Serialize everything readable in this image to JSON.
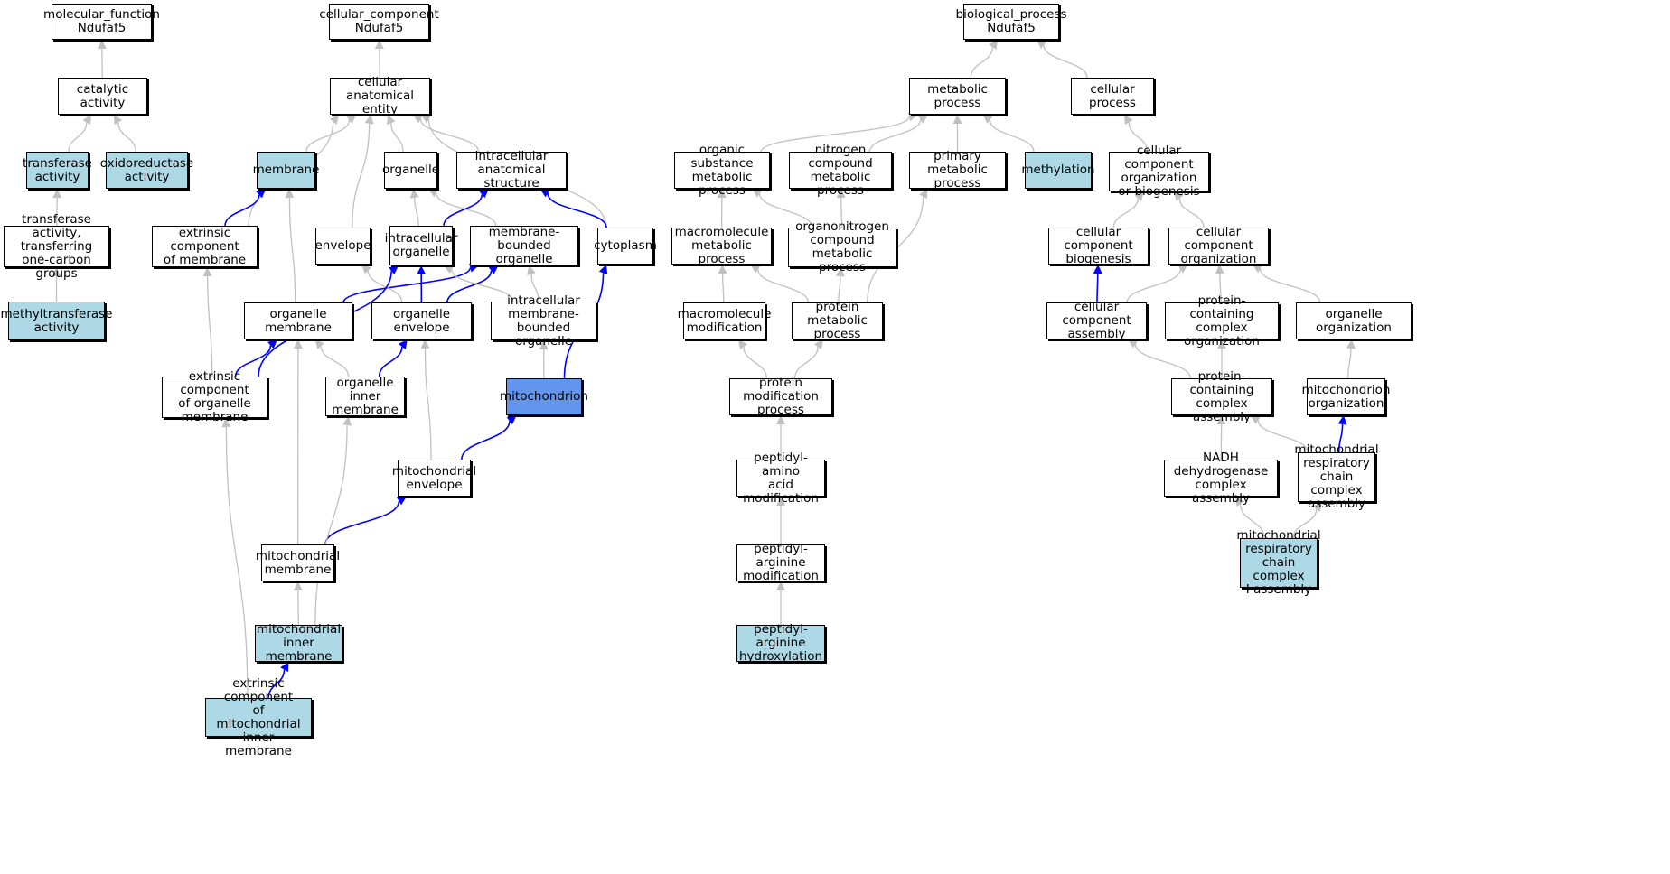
{
  "colors": {
    "node_fill": "#ffffff",
    "highlight_fill": "#add8e6",
    "focus_fill": "#6495ed",
    "edge_gray": "#c0c0c0",
    "edge_blue": "#0000ff"
  },
  "nodes": {
    "mf": {
      "label": "molecular_function\nNdufaf5",
      "style": "plain"
    },
    "catalytic": {
      "label": "catalytic activity",
      "style": "plain"
    },
    "transferase": {
      "label": "transferase\nactivity",
      "style": "highlight"
    },
    "oxidoreductase": {
      "label": "oxidoreductase\nactivity",
      "style": "highlight"
    },
    "transfer_onecarbon": {
      "label": "transferase\nactivity, transferring\none-carbon groups",
      "style": "plain"
    },
    "methyltransferase": {
      "label": "methyltransferase\nactivity",
      "style": "highlight"
    },
    "cc": {
      "label": "cellular_component\nNdufaf5",
      "style": "plain"
    },
    "cae": {
      "label": "cellular anatomical\nentity",
      "style": "plain"
    },
    "membrane": {
      "label": "membrane",
      "style": "highlight"
    },
    "organelle": {
      "label": "organelle",
      "style": "plain"
    },
    "ias": {
      "label": "intracellular\nanatomical structure",
      "style": "plain"
    },
    "ecm": {
      "label": "extrinsic component\nof membrane",
      "style": "plain"
    },
    "envelope": {
      "label": "envelope",
      "style": "plain"
    },
    "intra_org": {
      "label": "intracellular\norganelle",
      "style": "plain"
    },
    "mbo": {
      "label": "membrane-bounded\norganelle",
      "style": "plain"
    },
    "cytoplasm": {
      "label": "cytoplasm",
      "style": "plain"
    },
    "org_membrane": {
      "label": "organelle membrane",
      "style": "plain"
    },
    "org_envelope": {
      "label": "organelle envelope",
      "style": "plain"
    },
    "imbo": {
      "label": "intracellular\nmembrane-bounded\norganelle",
      "style": "plain"
    },
    "ecom": {
      "label": "extrinsic component\nof organelle\nmembrane",
      "style": "plain"
    },
    "oim": {
      "label": "organelle inner\nmembrane",
      "style": "plain"
    },
    "mitochondrion": {
      "label": "mitochondrion",
      "style": "focus"
    },
    "mito_env": {
      "label": "mitochondrial\nenvelope",
      "style": "plain"
    },
    "mito_mem": {
      "label": "mitochondrial\nmembrane",
      "style": "plain"
    },
    "mim": {
      "label": "mitochondrial\ninner membrane",
      "style": "highlight"
    },
    "ecmim": {
      "label": "extrinsic component\nof mitochondrial\ninner membrane",
      "style": "highlight"
    },
    "bp": {
      "label": "biological_process\nNdufaf5",
      "style": "plain"
    },
    "metabolic": {
      "label": "metabolic process",
      "style": "plain"
    },
    "cellular_proc": {
      "label": "cellular process",
      "style": "plain"
    },
    "osmp": {
      "label": "organic substance\nmetabolic process",
      "style": "plain"
    },
    "ncmp": {
      "label": "nitrogen compound\nmetabolic process",
      "style": "plain"
    },
    "pmp": {
      "label": "primary metabolic\nprocess",
      "style": "plain"
    },
    "methylation": {
      "label": "methylation",
      "style": "highlight"
    },
    "ccob": {
      "label": "cellular component\norganization\nor biogenesis",
      "style": "plain"
    },
    "macro_mp": {
      "label": "macromolecule\nmetabolic process",
      "style": "plain"
    },
    "ocmp": {
      "label": "organonitrogen\ncompound metabolic\nprocess",
      "style": "plain"
    },
    "ccb": {
      "label": "cellular component\nbiogenesis",
      "style": "plain"
    },
    "cco": {
      "label": "cellular component\norganization",
      "style": "plain"
    },
    "macro_mod": {
      "label": "macromolecule\nmodification",
      "style": "plain"
    },
    "prot_mp": {
      "label": "protein metabolic\nprocess",
      "style": "plain"
    },
    "cca": {
      "label": "cellular component\nassembly",
      "style": "plain"
    },
    "pco": {
      "label": "protein-containing\ncomplex organization",
      "style": "plain"
    },
    "org_org": {
      "label": "organelle organization",
      "style": "plain"
    },
    "pmod": {
      "label": "protein modification\nprocess",
      "style": "plain"
    },
    "pca": {
      "label": "protein-containing\ncomplex assembly",
      "style": "plain"
    },
    "mito_org": {
      "label": "mitochondrion\norganization",
      "style": "plain"
    },
    "pam": {
      "label": "peptidyl-amino\nacid modification",
      "style": "plain"
    },
    "nadh": {
      "label": "NADH dehydrogenase\ncomplex assembly",
      "style": "plain"
    },
    "mrcca": {
      "label": "mitochondrial\nrespiratory\nchain complex\nassembly",
      "style": "plain"
    },
    "parg_mod": {
      "label": "peptidyl-arginine\nmodification",
      "style": "plain"
    },
    "mrcc1": {
      "label": "mitochondrial\nrespiratory\nchain complex\nI assembly",
      "style": "highlight"
    },
    "parg_hyd": {
      "label": "peptidyl-arginine\nhydroxylation",
      "style": "highlight"
    }
  },
  "edges": [
    {
      "from": "catalytic",
      "to": "mf",
      "color": "gray"
    },
    {
      "from": "transferase",
      "to": "catalytic",
      "color": "gray"
    },
    {
      "from": "oxidoreductase",
      "to": "catalytic",
      "color": "gray"
    },
    {
      "from": "transfer_onecarbon",
      "to": "transferase",
      "color": "gray"
    },
    {
      "from": "methyltransferase",
      "to": "transfer_onecarbon",
      "color": "gray"
    },
    {
      "from": "cae",
      "to": "cc",
      "color": "gray"
    },
    {
      "from": "membrane",
      "to": "cae",
      "color": "gray"
    },
    {
      "from": "organelle",
      "to": "cae",
      "color": "gray"
    },
    {
      "from": "ias",
      "to": "cae",
      "color": "gray"
    },
    {
      "from": "ecm",
      "to": "cae",
      "color": "gray"
    },
    {
      "from": "envelope",
      "to": "cae",
      "color": "gray"
    },
    {
      "from": "cytoplasm",
      "to": "cae",
      "color": "gray"
    },
    {
      "from": "ecm",
      "to": "membrane",
      "color": "blue"
    },
    {
      "from": "intra_org",
      "to": "organelle",
      "color": "gray"
    },
    {
      "from": "intra_org",
      "to": "ias",
      "color": "blue"
    },
    {
      "from": "cytoplasm",
      "to": "ias",
      "color": "blue"
    },
    {
      "from": "mbo",
      "to": "organelle",
      "color": "gray"
    },
    {
      "from": "org_membrane",
      "to": "membrane",
      "color": "gray"
    },
    {
      "from": "org_membrane",
      "to": "mbo",
      "color": "blue"
    },
    {
      "from": "org_envelope",
      "to": "intra_org",
      "color": "blue"
    },
    {
      "from": "org_envelope",
      "to": "mbo",
      "color": "blue"
    },
    {
      "from": "org_envelope",
      "to": "envelope",
      "color": "gray"
    },
    {
      "from": "imbo",
      "to": "intra_org",
      "color": "gray"
    },
    {
      "from": "imbo",
      "to": "mbo",
      "color": "gray"
    },
    {
      "from": "ecom",
      "to": "ecm",
      "color": "gray"
    },
    {
      "from": "ecom",
      "to": "org_membrane",
      "color": "blue"
    },
    {
      "from": "ecom",
      "to": "intra_org",
      "color": "blue"
    },
    {
      "from": "oim",
      "to": "org_membrane",
      "color": "gray"
    },
    {
      "from": "oim",
      "to": "org_envelope",
      "color": "blue"
    },
    {
      "from": "mitochondrion",
      "to": "imbo",
      "color": "gray"
    },
    {
      "from": "mitochondrion",
      "to": "cytoplasm",
      "color": "blue"
    },
    {
      "from": "mito_env",
      "to": "mitochondrion",
      "color": "blue"
    },
    {
      "from": "mito_env",
      "to": "org_envelope",
      "color": "gray"
    },
    {
      "from": "mito_mem",
      "to": "mito_env",
      "color": "blue"
    },
    {
      "from": "mito_mem",
      "to": "org_membrane",
      "color": "gray"
    },
    {
      "from": "mim",
      "to": "mito_mem",
      "color": "gray"
    },
    {
      "from": "mim",
      "to": "oim",
      "color": "gray"
    },
    {
      "from": "ecmim",
      "to": "mim",
      "color": "blue"
    },
    {
      "from": "ecmim",
      "to": "ecom",
      "color": "gray"
    },
    {
      "from": "metabolic",
      "to": "bp",
      "color": "gray"
    },
    {
      "from": "cellular_proc",
      "to": "bp",
      "color": "gray"
    },
    {
      "from": "osmp",
      "to": "metabolic",
      "color": "gray"
    },
    {
      "from": "ncmp",
      "to": "metabolic",
      "color": "gray"
    },
    {
      "from": "pmp",
      "to": "metabolic",
      "color": "gray"
    },
    {
      "from": "methylation",
      "to": "metabolic",
      "color": "gray"
    },
    {
      "from": "ccob",
      "to": "cellular_proc",
      "color": "gray"
    },
    {
      "from": "macro_mp",
      "to": "osmp",
      "color": "gray"
    },
    {
      "from": "ocmp",
      "to": "osmp",
      "color": "gray"
    },
    {
      "from": "ocmp",
      "to": "ncmp",
      "color": "gray"
    },
    {
      "from": "ccb",
      "to": "ccob",
      "color": "gray"
    },
    {
      "from": "cco",
      "to": "ccob",
      "color": "gray"
    },
    {
      "from": "macro_mod",
      "to": "macro_mp",
      "color": "gray"
    },
    {
      "from": "prot_mp",
      "to": "macro_mp",
      "color": "gray"
    },
    {
      "from": "prot_mp",
      "to": "ocmp",
      "color": "gray"
    },
    {
      "from": "prot_mp",
      "to": "pmp",
      "color": "gray"
    },
    {
      "from": "cca",
      "to": "ccb",
      "color": "blue"
    },
    {
      "from": "cca",
      "to": "cco",
      "color": "gray"
    },
    {
      "from": "pco",
      "to": "cco",
      "color": "gray"
    },
    {
      "from": "org_org",
      "to": "cco",
      "color": "gray"
    },
    {
      "from": "pmod",
      "to": "macro_mod",
      "color": "gray"
    },
    {
      "from": "pmod",
      "to": "prot_mp",
      "color": "gray"
    },
    {
      "from": "pca",
      "to": "cca",
      "color": "gray"
    },
    {
      "from": "pca",
      "to": "pco",
      "color": "gray"
    },
    {
      "from": "mito_org",
      "to": "org_org",
      "color": "gray"
    },
    {
      "from": "pam",
      "to": "pmod",
      "color": "gray"
    },
    {
      "from": "nadh",
      "to": "pca",
      "color": "gray"
    },
    {
      "from": "mrcca",
      "to": "pca",
      "color": "gray"
    },
    {
      "from": "mrcca",
      "to": "mito_org",
      "color": "blue"
    },
    {
      "from": "parg_mod",
      "to": "pam",
      "color": "gray"
    },
    {
      "from": "mrcc1",
      "to": "nadh",
      "color": "gray"
    },
    {
      "from": "mrcc1",
      "to": "mrcca",
      "color": "gray"
    },
    {
      "from": "parg_hyd",
      "to": "parg_mod",
      "color": "gray"
    }
  ]
}
